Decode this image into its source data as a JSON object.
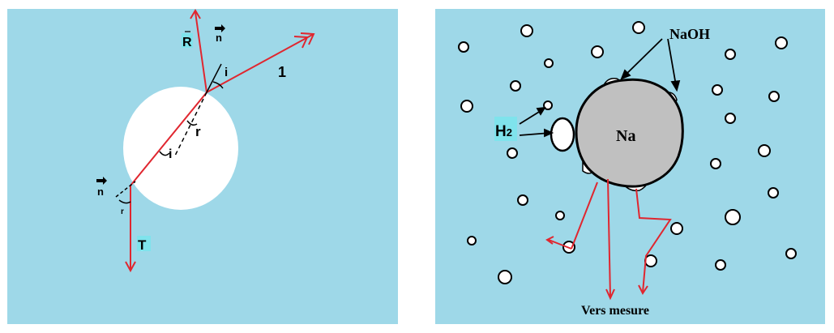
{
  "left_panel": {
    "ray_label": "1",
    "reflected_label": "R",
    "transmitted_label": "T",
    "normal_label_top": "n",
    "normal_label_bottom": "n",
    "angle_incidence_top": "i",
    "angle_refraction_top": "r",
    "angle_incidence_bottom": "i",
    "angle_refraction_bottom": "r"
  },
  "right_panel": {
    "sodium_label": "Na",
    "product_label": "NaOH",
    "gas_label": "H",
    "gas_subscript": "2",
    "measure_label": "Vers mesure"
  },
  "colors": {
    "background": "#9ed8e8",
    "ray": "#e0262f",
    "sodium": "#c0c0c0",
    "highlight": "#7fe3ec"
  }
}
